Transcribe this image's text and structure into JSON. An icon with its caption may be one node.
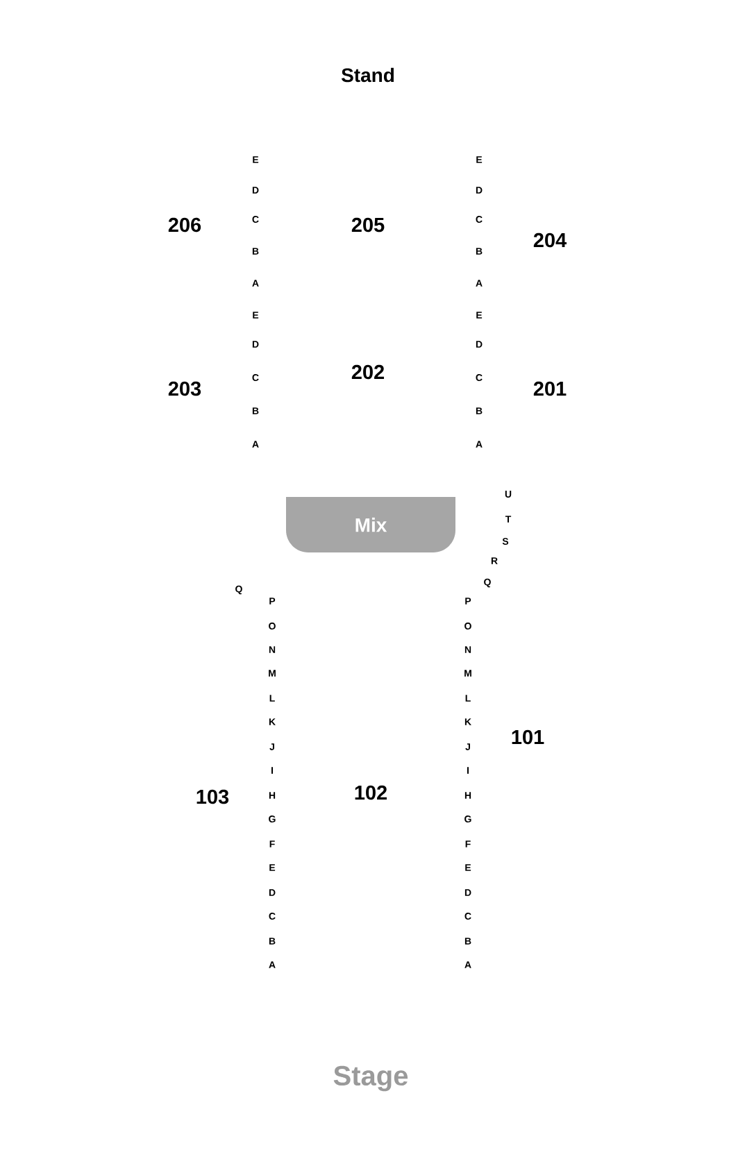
{
  "diagram": {
    "nodes": [
      {
        "text": [
          "Mix"
        ]
      }
    ],
    "labels": [
      "Stand",
      "206",
      "205",
      "204",
      "203",
      "202",
      "201",
      "E",
      "D",
      "C",
      "B",
      "A",
      "E",
      "D",
      "C",
      "B",
      "A",
      "E",
      "D",
      "C",
      "B",
      "A",
      "E",
      "D",
      "C",
      "B",
      "A",
      "U",
      "T",
      "S",
      "R",
      "Q",
      "Q",
      "P",
      "O",
      "N",
      "M",
      "L",
      "K",
      "J",
      "I",
      "H",
      "G",
      "F",
      "E",
      "D",
      "C",
      "B",
      "A",
      "P",
      "O",
      "N",
      "M",
      "L",
      "K",
      "J",
      "I",
      "H",
      "G",
      "F",
      "E",
      "D",
      "C",
      "B",
      "A",
      "101",
      "103",
      "102",
      "Stage"
    ]
  }
}
